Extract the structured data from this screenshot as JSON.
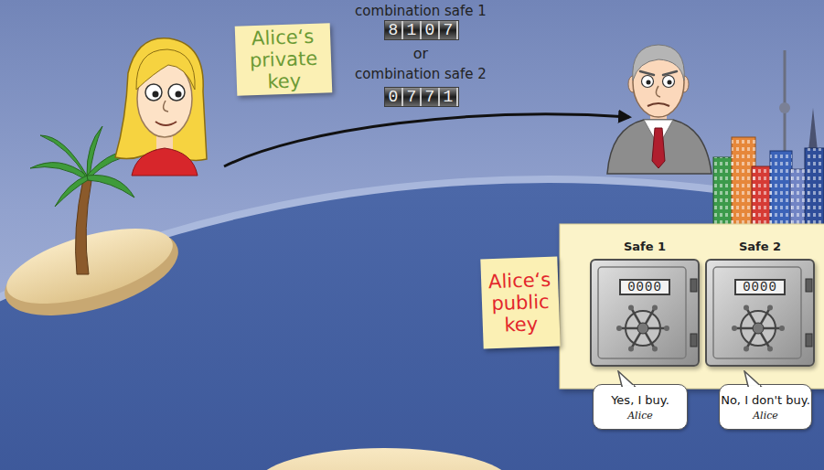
{
  "diagram": {
    "nodes": [
      {
        "text": [
          "Alice‘s private key"
        ]
      },
      {
        "text": [
          "Alice‘s public key"
        ]
      },
      {
        "text": [
          "Safe 1",
          "0000"
        ]
      },
      {
        "text": [
          "Safe 2",
          "0000"
        ]
      },
      {
        "text": [
          "Yes, I buy.",
          "Alice"
        ]
      },
      {
        "text": [
          "No, I don't buy.",
          "Alice"
        ]
      }
    ],
    "labels": [
      "combination safe 1",
      "8107",
      "or",
      "combination safe 2",
      "0771"
    ]
  }
}
